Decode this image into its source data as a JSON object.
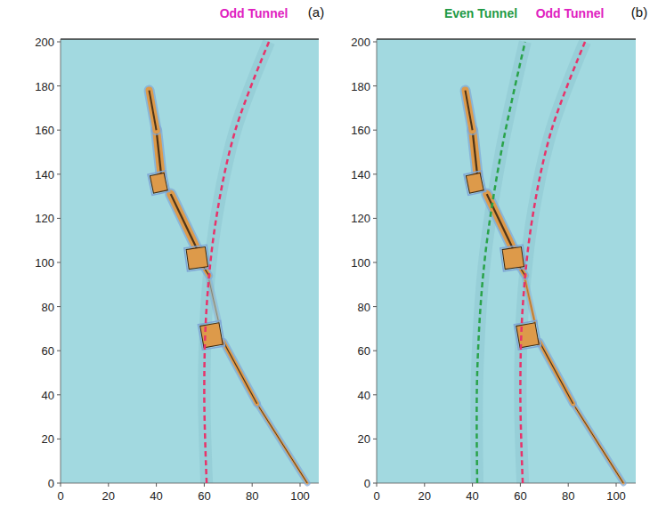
{
  "diagram": {
    "labels": [
      "Odd Tunnel",
      "(a)",
      "Even Tunnel",
      "Odd Tunnel",
      "(b)",
      "200",
      "180",
      "160",
      "140",
      "120",
      "100",
      "80",
      "60",
      "40",
      "20",
      "0",
      "0",
      "20",
      "40",
      "60",
      "80",
      "100",
      "200",
      "180",
      "160",
      "140",
      "120",
      "100",
      "80",
      "60",
      "40",
      "20",
      "0",
      "0",
      "20",
      "40",
      "60",
      "80",
      "100"
    ]
  }
}
